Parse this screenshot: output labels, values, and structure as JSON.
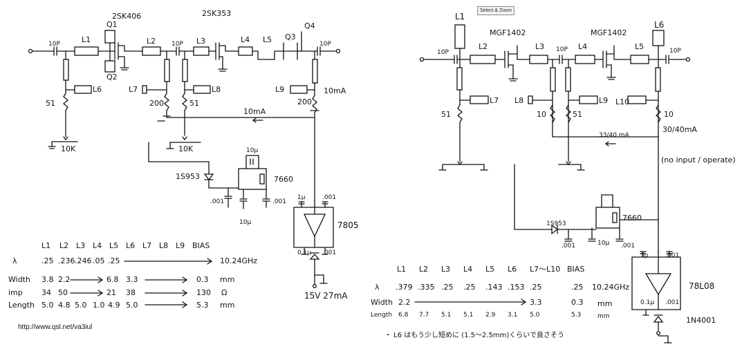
{
  "toolbar": {
    "select_zoom_label": "Select & Zoom"
  },
  "footer": {
    "url": "http://www.qsl.net/va3iul"
  },
  "left": {
    "parts": {
      "q_2sk406": "2SK406",
      "q_2sk353": "2SK353",
      "q1": "Q1",
      "q2": "Q2",
      "q3": "Q3",
      "q4": "Q4",
      "l1": "L1",
      "l2": "L2",
      "l3": "L3",
      "l4": "L4",
      "l5": "L5",
      "l6": "L6",
      "l7": "L7",
      "l8": "L8",
      "l9": "L9",
      "c_in": "10P",
      "c_mid": "10P",
      "c_out": "10P",
      "r51a": "51",
      "r200a": "200",
      "r51b": "51",
      "r200b": "200",
      "pot1": "10K",
      "pot2": "10K",
      "diode": "1S953",
      "ic_inv": "7660",
      "c_10u_top": "10μ",
      "c_001a": ".001",
      "c_001b": ".001",
      "c_10u_bot": "10μ",
      "cur_10ma": "10mA",
      "cur_10ma_b": "10mA",
      "reg": "7805",
      "c_1u": "1μ",
      "c_001c": ".001",
      "c_01u": "0.1μ",
      "c_001d": ".001",
      "supply": "15V 27mA"
    },
    "table": {
      "headers": [
        "L1",
        "L2",
        "L3",
        "L4",
        "L5",
        "L6",
        "L7",
        "L8",
        "L9",
        "BIAS"
      ],
      "rows": [
        {
          "label": "λ",
          "cells": [
            ".25",
            ".236",
            ".246",
            ".05",
            ".25"
          ],
          "tail": "10.24GHz"
        },
        {
          "label": "Width",
          "cells": [
            "3.8",
            "2.2",
            "",
            "",
            "6.8",
            "3.3"
          ],
          "tail": "0.3",
          "unit": "mm"
        },
        {
          "label": "imp",
          "cells": [
            "34",
            "50",
            "",
            "",
            "21",
            "38"
          ],
          "tail": "130",
          "unit": "Ω"
        },
        {
          "label": "Length",
          "cells": [
            "5.0",
            "4.8",
            "5.0",
            "1.0",
            "4.9",
            "5.0"
          ],
          "tail": "5.3",
          "unit": "mm"
        }
      ]
    }
  },
  "right": {
    "parts": {
      "l1": "L1",
      "l2": "L2",
      "l3": "L3",
      "l4": "L4",
      "l5": "L5",
      "l6": "L6",
      "l7": "L7",
      "l8": "L8",
      "l9": "L9",
      "l10": "L10",
      "fet1": "MGF1402",
      "fet2": "MGF1402",
      "c_in": "10P",
      "c_mid": "10P",
      "c_out": "10P",
      "r51a": "51",
      "r10a": "10",
      "r51b": "51",
      "r10b": "10",
      "cur": "33/40 mA",
      "cur2": "30/40mA",
      "note": "(no input / operate)",
      "diode": "1S953",
      "ic_inv": "7660",
      "c_001a": ".001",
      "c_10u": "10μ",
      "c_001b": ".001",
      "reg": "78L08",
      "c_1u": "1μ",
      "c_001c": ".001",
      "c_01u": "0.1μ",
      "c_001d": ".001",
      "d2": "1N4001"
    },
    "table": {
      "headers": [
        "L1",
        "L2",
        "L3",
        "L4",
        "L5",
        "L6",
        "L7～L10",
        "BIAS"
      ],
      "rows": [
        {
          "label": "λ",
          "cells": [
            ".379",
            ".335",
            ".25",
            ".25",
            ".143",
            ".153",
            ".25",
            ".25"
          ],
          "tail": "10.24GHz"
        },
        {
          "label": "Width",
          "cells": [
            "2.2"
          ],
          "tail": "3.3",
          "extra": "0.3",
          "unit": "mm"
        },
        {
          "label": "Length",
          "cells": [
            "6.8",
            "7.7",
            "5.1",
            "5.1",
            "2.9",
            "3.1",
            "5.0"
          ],
          "tail": "5.3",
          "unit": "mm"
        }
      ],
      "note": "・ L6 はもう少し短めに (1.5～2.5mm)くらいで良さそう"
    }
  }
}
